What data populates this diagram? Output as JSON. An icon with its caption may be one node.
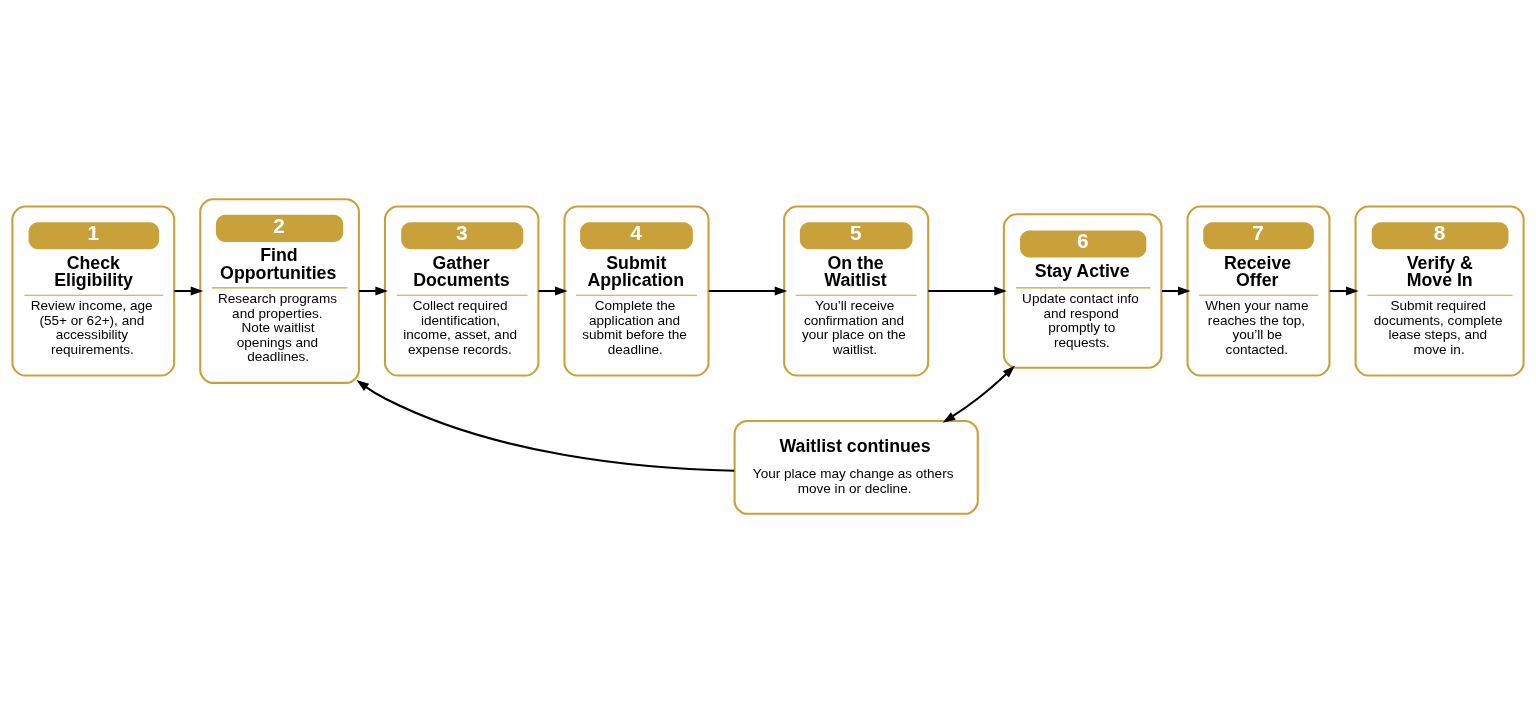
{
  "diagram": {
    "nodes": [
      {
        "text": [
          "1",
          "Check Eligibility",
          "Review income, age (55+ or 62+), and accessibility requirements."
        ]
      },
      {
        "text": [
          "2",
          "Find Opportunities",
          "Research programs and properties. Note waitlist openings and deadlines."
        ]
      },
      {
        "text": [
          "3",
          "Gather Documents",
          "Collect required identification, income, asset, and expense records."
        ]
      },
      {
        "text": [
          "4",
          "Submit Application",
          "Complete the application and submit before the deadline."
        ]
      },
      {
        "text": [
          "5",
          "On the Waitlist",
          "You’ll receive confirmation and your place on the waitlist."
        ]
      },
      {
        "text": [
          "6",
          "Stay Active",
          "Update contact info and respond promptly to requests."
        ]
      },
      {
        "text": [
          "7",
          "Receive Offer",
          "When your name reaches the top, you’ll be contacted."
        ]
      },
      {
        "text": [
          "8",
          "Verify & Move In",
          "Submit required documents, complete lease steps, and move in."
        ]
      },
      {
        "text": [
          "Waitlist continues",
          "Your place may change as others move in or decline."
        ]
      }
    ],
    "edges": [
      {
        "from": 0,
        "to": 1,
        "arrow": "to"
      },
      {
        "from": 1,
        "to": 2,
        "arrow": "to"
      },
      {
        "from": 2,
        "to": 3,
        "arrow": "to"
      },
      {
        "from": 3,
        "to": 4,
        "arrow": "to"
      },
      {
        "from": 4,
        "to": 5,
        "arrow": "to"
      },
      {
        "from": 5,
        "to": 6,
        "arrow": "to"
      },
      {
        "from": 6,
        "to": 7,
        "arrow": "to"
      },
      {
        "from": 8,
        "to": 1,
        "arrow": "to"
      },
      {
        "from": 5,
        "to": 8,
        "arrow": "both"
      }
    ]
  }
}
